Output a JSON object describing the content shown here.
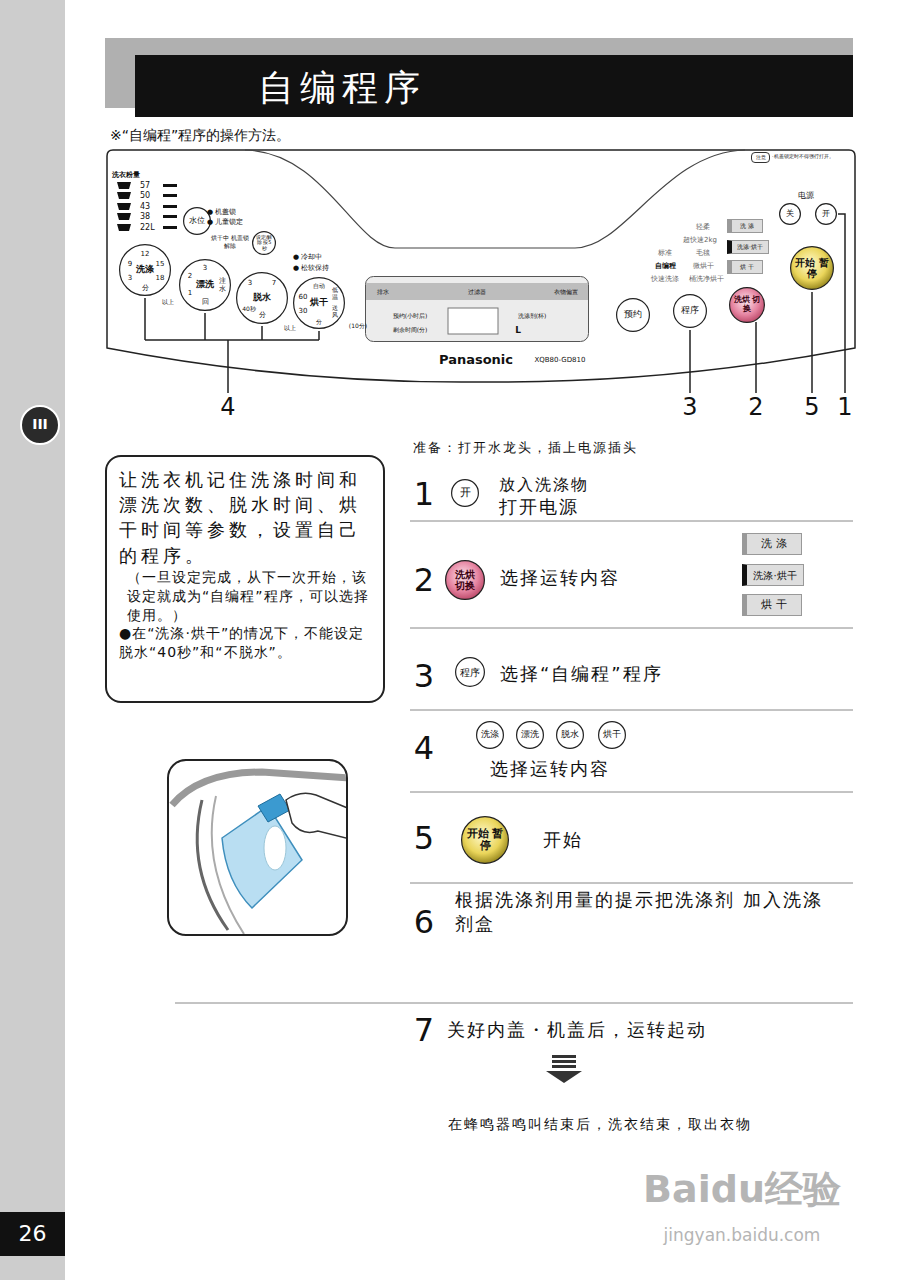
{
  "diagram": {
    "title": "自编程序",
    "nodes": [
      {
        "text": [
          "Panasonic",
          "XQB80-GD810"
        ]
      },
      {
        "text": [
          "水位"
        ],
        "in": 0
      },
      {
        "text": [
          "设定/解除 按5秒"
        ],
        "in": 0
      },
      {
        "text": [
          "洗涤"
        ],
        "in": 0
      },
      {
        "text": [
          "漂洗"
        ],
        "in": 0
      },
      {
        "text": [
          "脱水"
        ],
        "in": 0
      },
      {
        "text": [
          "烘干"
        ],
        "in": 0
      },
      {
        "text": [
          "排水",
          "过滤器",
          "衣物偏置",
          "预约(小时后)",
          "剩余时间(分)",
          "洗涤剂(杯)",
          "L"
        ],
        "in": 0
      },
      {
        "text": [
          "预约"
        ],
        "in": 0
      },
      {
        "text": [
          "程序"
        ],
        "in": 0
      },
      {
        "text": [
          "洗烘 切换"
        ],
        "in": 0
      },
      {
        "text": [
          "开始 暂停"
        ],
        "in": 0
      },
      {
        "text": [
          "洗 涤"
        ],
        "in": 0
      },
      {
        "text": [
          "洗涤·烘干"
        ],
        "in": 0
      },
      {
        "text": [
          "烘 干"
        ],
        "in": 0
      },
      {
        "text": [
          "关"
        ],
        "in": 0
      },
      {
        "text": [
          "开"
        ],
        "in": 0
      },
      {
        "text": [
          "注意"
        ],
        "in": 0
      },
      {
        "text": [
          "III"
        ]
      },
      {
        "text": [
          "让洗衣机记住洗涤时间和漂洗次数、脱水时间、烘干时间等参数，设置自己的程序。",
          "（一旦设定完成，从下一次开始，该设定就成为“自编程”程序，可以选择使用。）",
          "●在“洗涤·烘干”的情况下，不能设定脱水“40秒”和“不脱水”。"
        ]
      },
      {
        "text": [
          "开"
        ]
      },
      {
        "text": [
          "洗烘 切换"
        ]
      },
      {
        "text": [
          "洗 涤"
        ]
      },
      {
        "text": [
          "洗涤·烘干"
        ]
      },
      {
        "text": [
          "烘 干"
        ]
      },
      {
        "text": [
          "程序"
        ]
      },
      {
        "text": [
          "洗涤"
        ]
      },
      {
        "text": [
          "漂洗"
        ]
      },
      {
        "text": [
          "脱水"
        ]
      },
      {
        "text": [
          "烘干"
        ]
      },
      {
        "text": [
          "开始 暂停"
        ]
      },
      {
        "text": [
          "26"
        ]
      }
    ],
    "labels": [
      "※“自编程”程序的操作方法。",
      "洗衣粉量",
      "57",
      "50",
      "43",
      "38",
      "22L",
      "● 机盖锁",
      "● 儿童锁定",
      "烘干中 机盖锁解除",
      "12",
      "9",
      "15",
      "3",
      "18",
      "分",
      "以上",
      "3",
      "2",
      "1",
      "注水",
      "回",
      "3",
      "7",
      "40秒",
      "分",
      "以上",
      "自动",
      "60",
      "低温",
      "送风",
      "30",
      "分",
      "(10分)",
      "● 冷却中",
      "● 松软保持",
      "轻柔",
      "超快速2kg",
      "标准",
      "毛毯",
      "自编程",
      "微烘干",
      "快速洗涤",
      "桶洗净烘干",
      "电源",
      "·机盖锁定时不得强行打开。",
      "4",
      "3",
      "2",
      "5",
      "1",
      "准备：打开水龙头，插上电源插头",
      "1",
      "放入洗涤物",
      "打开电源",
      "2",
      "选择运转内容",
      "3",
      "选择“自编程”程序",
      "4",
      "选择运转内容",
      "5",
      "开始",
      "6",
      "根据洗涤剂用量的提示把洗涤剂 加入洗涤剂盒",
      "7",
      "关好内盖・机盖后，运转起动",
      "在蜂鸣器鸣叫结束后，洗衣结束，取出衣物",
      "Baidu经验",
      "jingyan.baidu.com"
    ]
  }
}
